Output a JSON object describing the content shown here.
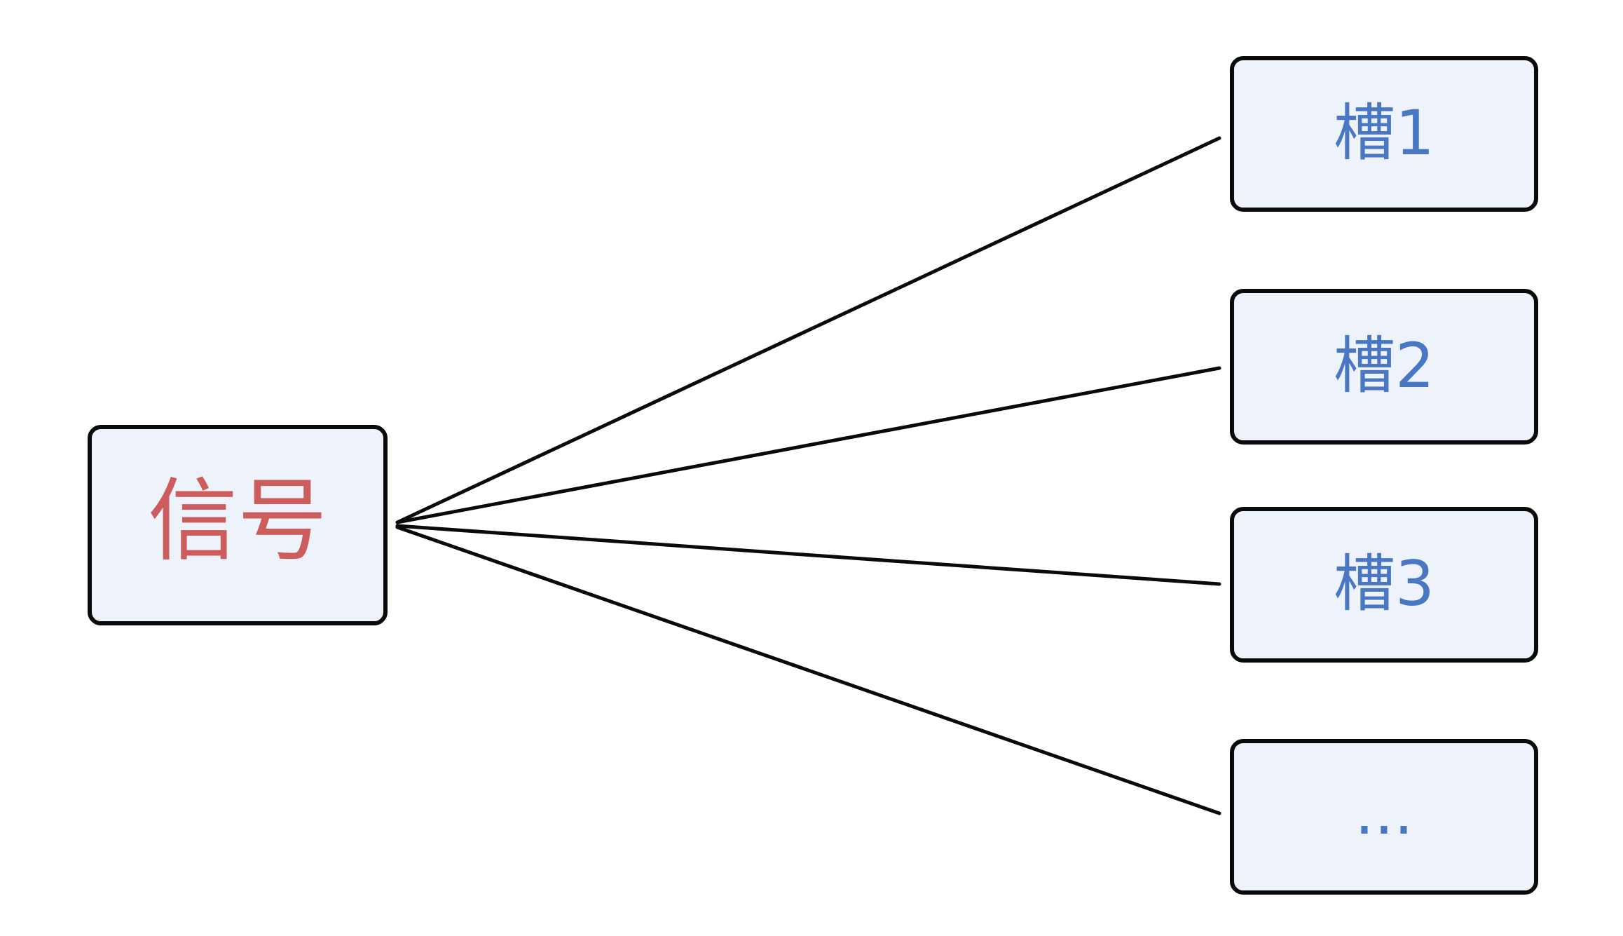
{
  "diagram": {
    "source": {
      "label": "信号",
      "color": "#cd5c5c"
    },
    "targets": [
      {
        "label": "槽1"
      },
      {
        "label": "槽2"
      },
      {
        "label": "槽3"
      },
      {
        "label": "..."
      }
    ],
    "target_color": "#4a77c4",
    "box_fill": "#eef3fb",
    "stroke_color": "#0a0a0a"
  }
}
